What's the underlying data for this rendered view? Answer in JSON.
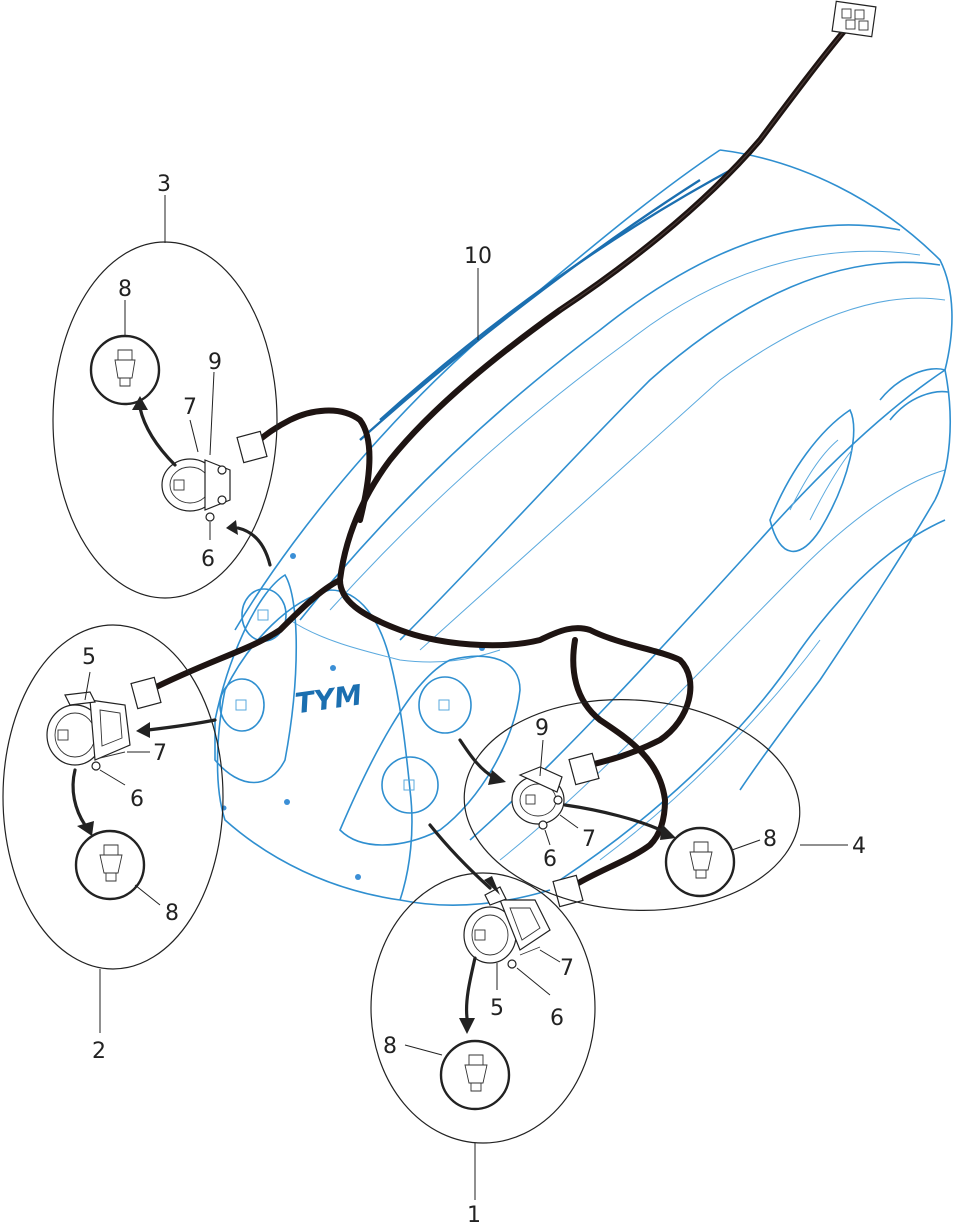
{
  "logo_text": "TYM",
  "labels": {
    "group_1": "1",
    "group_2": "2",
    "group_3": "3",
    "group_4": "4",
    "part_5_g1": "5",
    "part_6_g1": "6",
    "part_7_g1": "7",
    "part_8_g1": "8",
    "part_5_g2": "5",
    "part_6_g2": "6",
    "part_7_g2": "7",
    "part_8_g2": "8",
    "part_6_g3": "6",
    "part_7_g3": "7",
    "part_8_g3": "8",
    "part_9_g3": "9",
    "part_6_g4": "6",
    "part_7_g4": "7",
    "part_8_g4": "8",
    "part_9_g4": "9",
    "part_10": "10"
  },
  "colors": {
    "hood_outline": "#2f8fd0",
    "harness": "#1e1412",
    "ink": "#222222"
  },
  "icons": [
    "headlamp-assembly-icon",
    "bulb-icon",
    "connector-icon",
    "screw-icon",
    "nut-icon"
  ]
}
